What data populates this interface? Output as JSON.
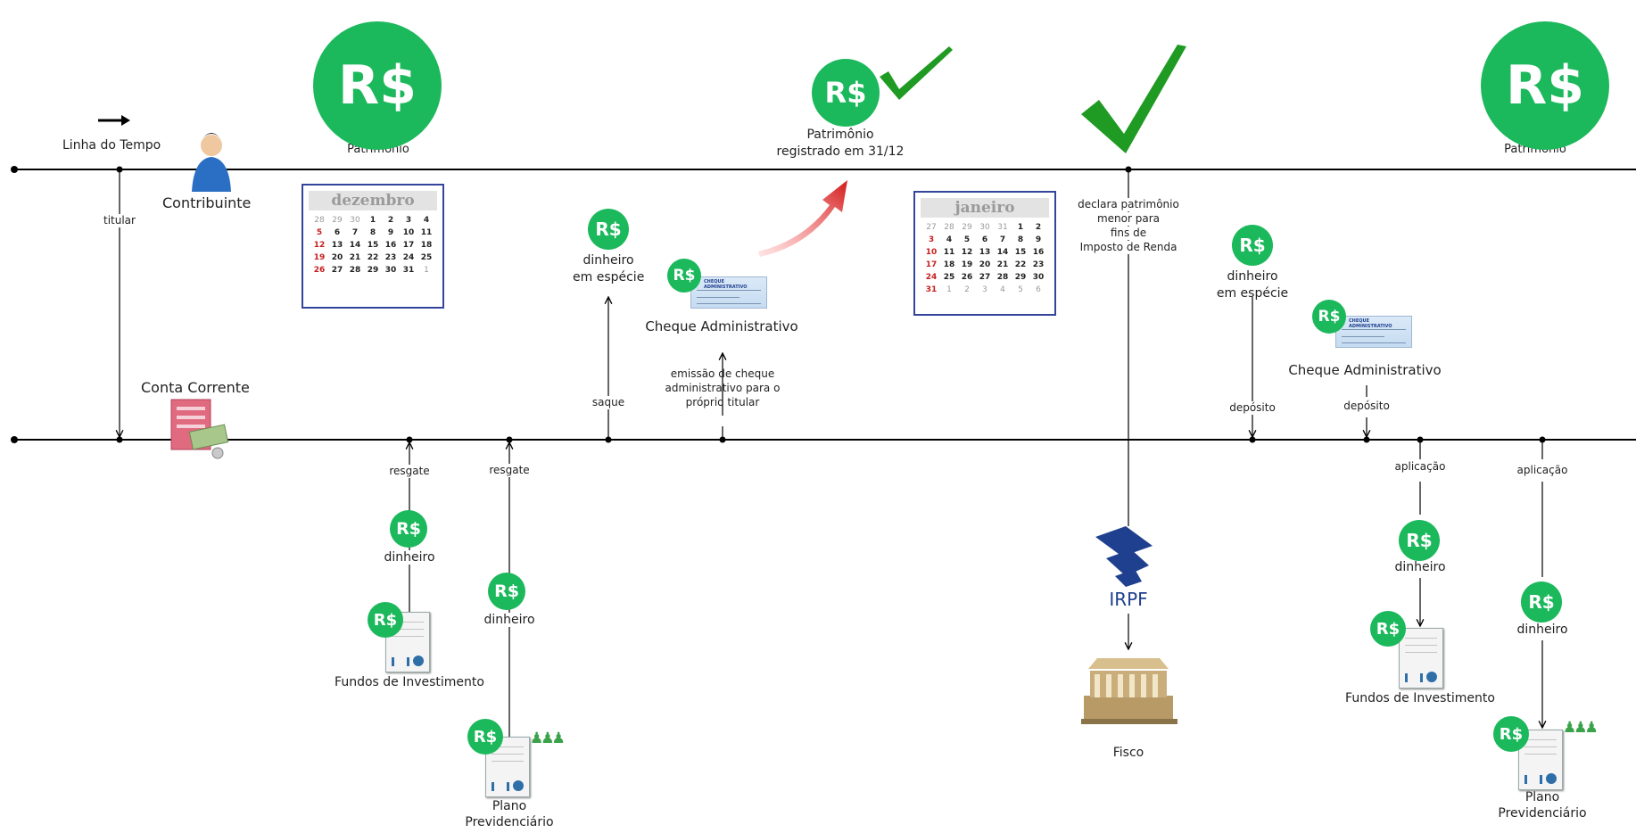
{
  "labels": {
    "linha_do_tempo": "Linha do Tempo",
    "patrimonio_left": "Patrimônio",
    "patrimonio_center_l1": "Patrimônio",
    "patrimonio_center_l2": "registrado em 31/12",
    "patrimonio_right": "Patrimônio",
    "contribuinte": "Contribuinte",
    "titular": "titular",
    "conta_corrente": "Conta Corrente",
    "dinheiro_especie_l1": "dinheiro",
    "dinheiro_especie_l2": "em espécie",
    "dinheiro_especie2_l1": "dinheiro",
    "dinheiro_especie2_l2": "em espécie",
    "cheque_adm": "Cheque Administrativo",
    "cheque_adm2": "Cheque Administrativo",
    "emissao_l1": "emissão de cheque",
    "emissao_l2": "administrativo para o",
    "emissao_l3": "próprio titular",
    "saque": "saque",
    "declara_l1": "declara patrimônio",
    "declara_l2": "menor para",
    "declara_l3": "fins de",
    "declara_l4": "Imposto de Renda",
    "deposito1": "depósito",
    "deposito2": "depósito",
    "resgate1": "resgate",
    "resgate2": "resgate",
    "aplicacao1": "aplicação",
    "aplicacao2": "aplicação",
    "dinheiro_a": "dinheiro",
    "dinheiro_b": "dinheiro",
    "dinheiro_c": "dinheiro",
    "dinheiro_d": "dinheiro",
    "fundos1": "Fundos de Investimento",
    "fundos2": "Fundos de Investimento",
    "plano1_l1": "Plano",
    "plano1_l2": "Previdenciário",
    "plano2_l1": "Plano",
    "plano2_l2": "Previdenciário",
    "irpf": "IRPF",
    "fisco": "Fisco",
    "currency_symbol": "R$",
    "cheque_header": "CHEQUE ADMINISTRATIVO"
  },
  "calendars": {
    "dezembro": {
      "month": "dezembro",
      "rows": [
        [
          "",
          "",
          "",
          "",
          "",
          "",
          ""
        ],
        [
          "28",
          "29",
          "30",
          "1",
          "2",
          "3",
          "4"
        ],
        [
          "5",
          "6",
          "7",
          "8",
          "9",
          "10",
          "11"
        ],
        [
          "12",
          "13",
          "14",
          "15",
          "16",
          "17",
          "18"
        ],
        [
          "19",
          "20",
          "21",
          "22",
          "23",
          "24",
          "25"
        ],
        [
          "26",
          "27",
          "28",
          "29",
          "30",
          "31",
          "1"
        ]
      ]
    },
    "janeiro": {
      "month": "janeiro",
      "rows": [
        [
          "",
          "",
          "",
          "",
          "",
          "",
          ""
        ],
        [
          "27",
          "28",
          "29",
          "30",
          "31",
          "1",
          "2"
        ],
        [
          "3",
          "4",
          "5",
          "6",
          "7",
          "8",
          "9"
        ],
        [
          "10",
          "11",
          "12",
          "13",
          "14",
          "15",
          "16"
        ],
        [
          "17",
          "18",
          "19",
          "20",
          "21",
          "22",
          "23"
        ],
        [
          "24",
          "25",
          "26",
          "27",
          "28",
          "29",
          "30"
        ],
        [
          "31",
          "1",
          "2",
          "3",
          "4",
          "5",
          "6"
        ]
      ]
    }
  },
  "colors": {
    "coin_green": "#1cb85c",
    "check_green": "#1f9a22",
    "arrow_red": "#d11a1a",
    "calendar_border": "#33449a",
    "irpf_blue": "#1f3f8f"
  },
  "icons": {
    "arrow": "arrow-right-icon",
    "user": "user-icon",
    "check": "checkmark-icon",
    "building": "government-building-icon",
    "irpf": "receita-federal-logo"
  }
}
